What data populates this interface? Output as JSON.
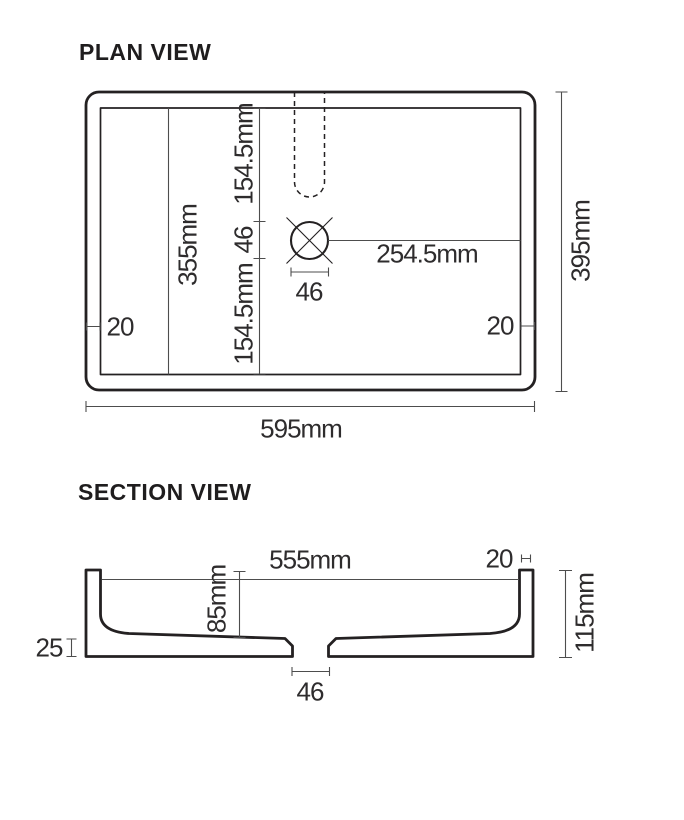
{
  "plan_view": {
    "title": "PLAN VIEW",
    "labels": {
      "overall_width": "595mm",
      "overall_depth": "395mm",
      "inner_depth": "355mm",
      "segment_top": "154.5mm",
      "segment_drain": "46",
      "segment_bottom": "154.5mm",
      "drain_diameter": "46",
      "drain_to_inner_edge": "254.5mm",
      "rim_left": "20",
      "rim_right": "20"
    }
  },
  "section_view": {
    "title": "SECTION VIEW",
    "labels": {
      "inner_width": "555mm",
      "rim_thickness": "20",
      "bowl_depth": "85mm",
      "overall_height": "115mm",
      "base_thickness": "25",
      "drain_width": "46"
    }
  },
  "colors": {
    "outline": "#242122",
    "thin_line": "#4d4d4d",
    "text": "#2e2c2d",
    "background": "#ffffff"
  }
}
